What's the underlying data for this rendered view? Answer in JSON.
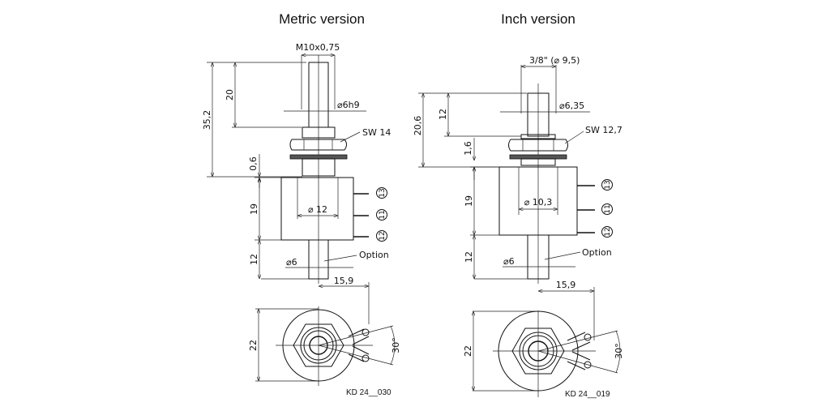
{
  "metric": {
    "title": "Metric version",
    "thread": "M10x0,75",
    "shaft_diameter": "⌀6h9",
    "wrench_size": "SW 14",
    "total_height": "35,2",
    "shaft_length": "20",
    "washer": "0,6",
    "body_height": "19",
    "body_diameter": "⌀ 12",
    "rear_shaft_length": "12",
    "rear_shaft_diameter": "⌀6",
    "option_label": "Option",
    "pins": [
      "13",
      "11",
      "12"
    ],
    "width": "15,9",
    "diameter": "22",
    "angle": "30°",
    "code": "KD 24__030"
  },
  "inch": {
    "title": "Inch version",
    "thread": "3/8\" (⌀ 9,5)",
    "shaft_diameter": "⌀6,35",
    "wrench_size": "SW 12,7",
    "total_height": "20,6",
    "shaft_length": "12",
    "washer": "1,6",
    "body_height": "19",
    "body_diameter": "⌀ 10,3",
    "rear_shaft_length": "12",
    "rear_shaft_diameter": "⌀6",
    "option_label": "Option",
    "pins": [
      "13",
      "11",
      "12"
    ],
    "width": "15,9",
    "diameter": "22",
    "angle": "30°",
    "code": "KD 24__019"
  }
}
